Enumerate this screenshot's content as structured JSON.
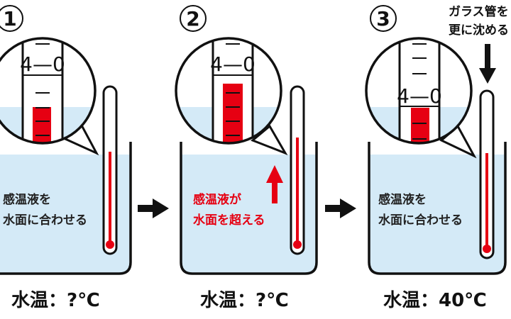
{
  "title": "Thermometer reading procedure",
  "colors": {
    "water": "#d4eaf7",
    "liquid_red": "#e60012",
    "outline": "#111111",
    "text_black": "#222222",
    "text_red": "#e60012"
  },
  "panels": [
    {
      "step_number": "1",
      "caption_lines": [
        "感温液を",
        "水面に合わせる"
      ],
      "caption_color": "black",
      "scale_label": "4—0",
      "water_temp": "水温：?℃",
      "has_up_arrow": false
    },
    {
      "step_number": "2",
      "caption_lines": [
        "感温液が",
        "水面を超える"
      ],
      "caption_color": "red",
      "scale_label": "4—0",
      "water_temp": "水温：?℃",
      "has_up_arrow": true
    },
    {
      "step_number": "3",
      "caption_lines": [
        "感温液を",
        "水面に合わせる"
      ],
      "caption_color": "black",
      "scale_label": "4—0",
      "water_temp": "水温：40℃",
      "has_up_arrow": false,
      "note_lines": [
        "ガラス管を",
        "更に沈める"
      ]
    }
  ],
  "arrows": [
    {
      "icon": "right-arrow-icon"
    },
    {
      "icon": "right-arrow-icon"
    }
  ]
}
